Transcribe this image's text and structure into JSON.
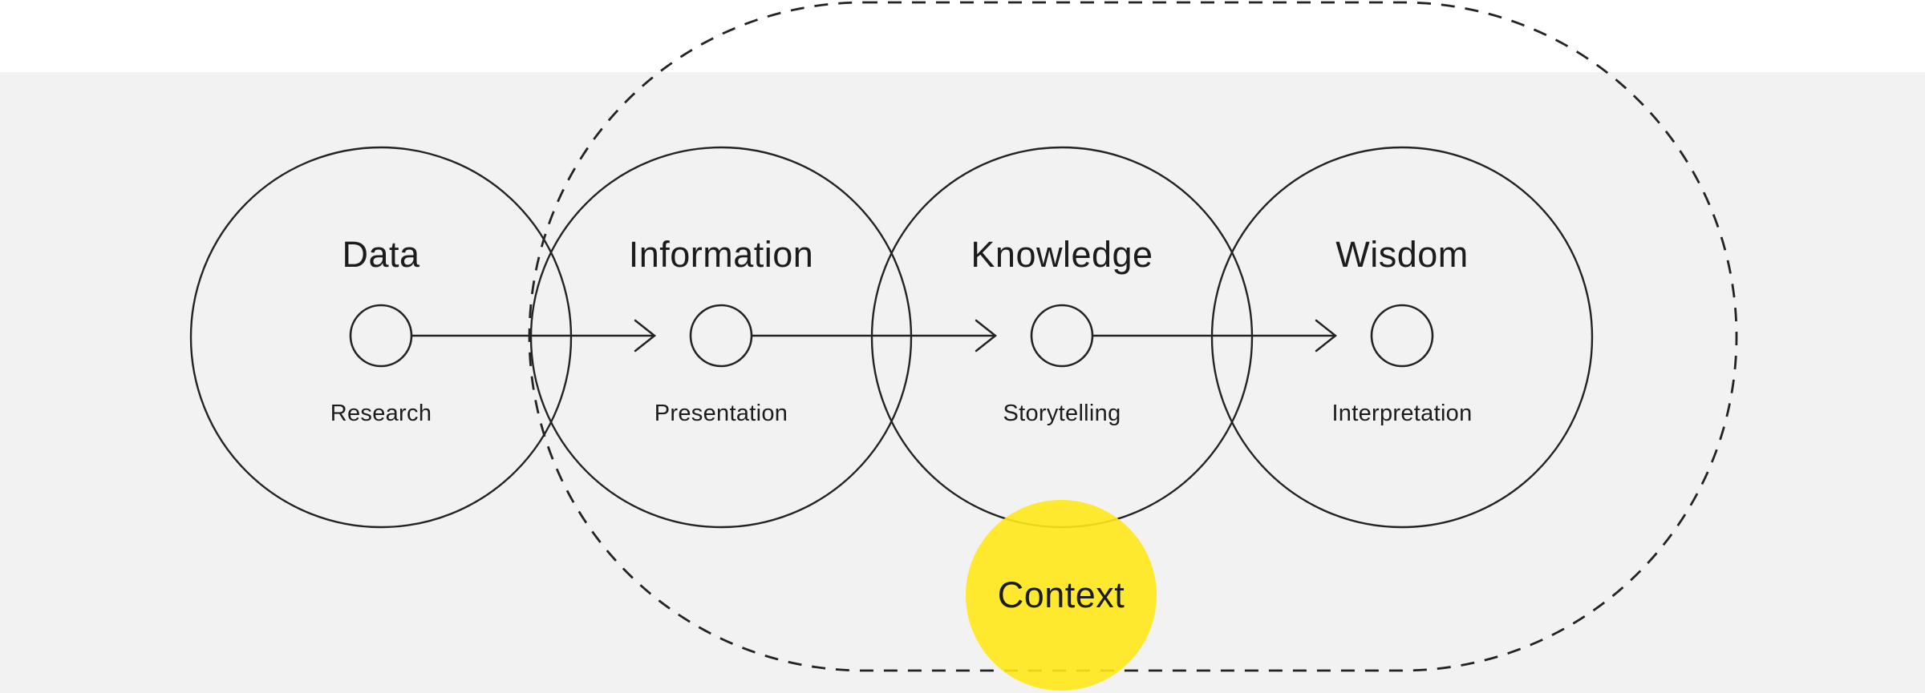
{
  "diagram": {
    "title": "DIKW flow diagram",
    "stages": [
      {
        "label": "Data",
        "sublabel": "Research"
      },
      {
        "label": "Information",
        "sublabel": "Presentation"
      },
      {
        "label": "Knowledge",
        "sublabel": "Storytelling"
      },
      {
        "label": "Wisdom",
        "sublabel": "Interpretation"
      }
    ],
    "context": {
      "label": "Context"
    },
    "colors": {
      "background": "#f2f2f2",
      "top_band": "#ffffff",
      "stroke": "#232323",
      "text": "#1c1c1e",
      "context_fill": "#ffe819"
    }
  }
}
